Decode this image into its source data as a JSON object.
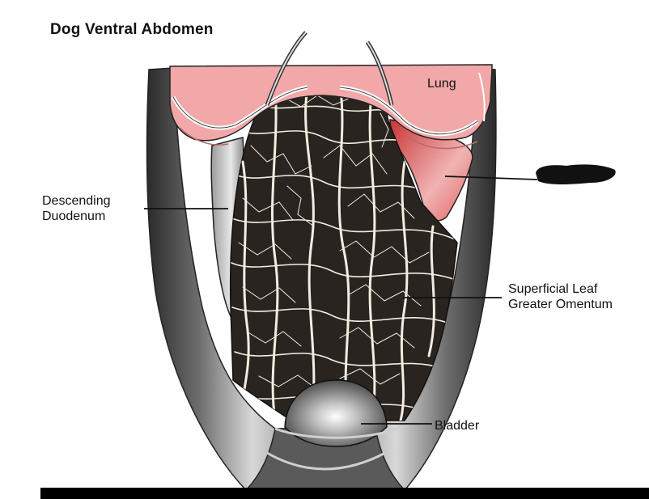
{
  "title": "Dog Ventral Abdomen",
  "labels": {
    "lung": "Lung",
    "duodenum_line1": "Descending",
    "duodenum_line2": "Duodenum",
    "omentum_line1": "Superficial Leaf",
    "omentum_line2": "Greater Omentum",
    "bladder": "Bladder"
  },
  "colors": {
    "lung": "#f2a8a8",
    "spleen": "#d94a4a",
    "omentum_dark": "#2a2420",
    "omentum_light": "#f2ede0",
    "body_wall": "#7a7a7a"
  }
}
